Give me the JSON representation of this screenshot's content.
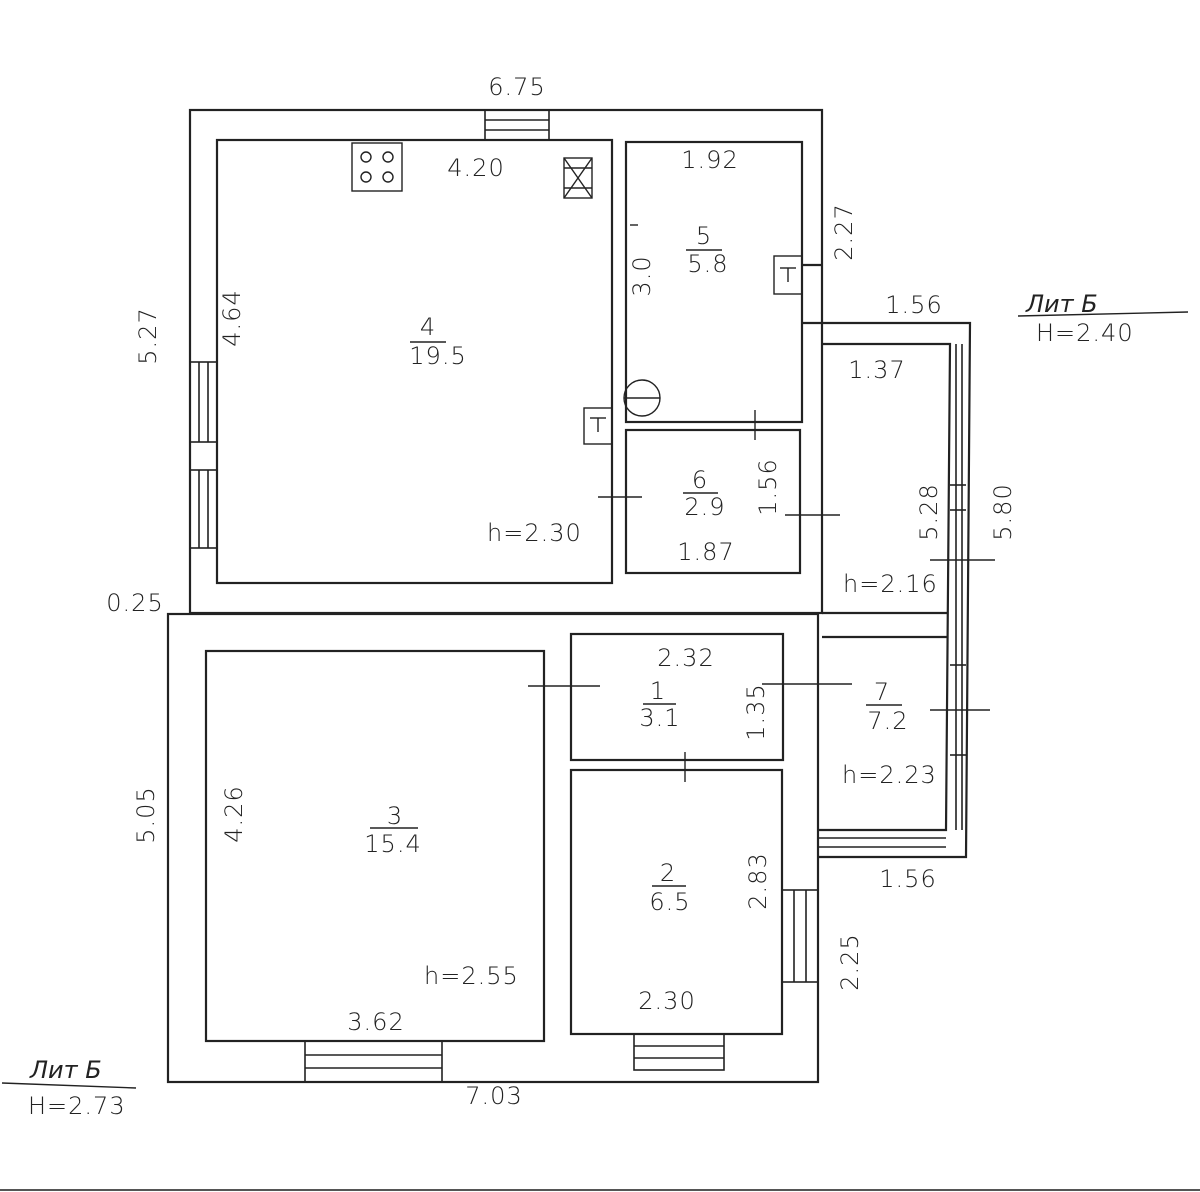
{
  "rooms": [
    {
      "id": "4",
      "number": "4",
      "area": "19.5",
      "height": "h=2.30"
    },
    {
      "id": "5",
      "number": "5",
      "area": "5.8"
    },
    {
      "id": "6",
      "number": "6",
      "area": "2.9"
    },
    {
      "id": "1",
      "number": "1",
      "area": "3.1"
    },
    {
      "id": "3",
      "number": "3",
      "area": "15.4",
      "height": "h=2.55"
    },
    {
      "id": "2",
      "number": "2",
      "area": "6.5"
    },
    {
      "id": "7",
      "number": "7",
      "area": "7.2",
      "height": "h=2.23"
    }
  ],
  "corridor_height": "h=2.16",
  "dimensions": {
    "top_overall": "6.75",
    "room4_width": "4.20",
    "room5_width": "1.92",
    "room5_side": "2.27",
    "room5_inner": "3.0",
    "left_upper": "5.27",
    "room4_height": "4.64",
    "ext_top": "1.56",
    "ext_inner": "1.37",
    "room6_side": "1.56",
    "room6_width": "1.87",
    "corridor_inner": "5.28",
    "ext_overall": "5.80",
    "offset": "0.25",
    "room1_width": "2.32",
    "room1_side": "1.35",
    "left_lower": "5.05",
    "room3_height": "4.26",
    "room2_side": "2.83",
    "ext_bottom": "1.56",
    "right_lower": "2.25",
    "room2_width": "2.30",
    "room3_width": "3.62",
    "bottom_overall": "7.03"
  },
  "lit_right": {
    "label": "Лит Б",
    "height": "H=2.40"
  },
  "lit_left": {
    "label": "Лит Б",
    "height": "H=2.73"
  },
  "icons": [
    "stove-icon",
    "ventilation-icon",
    "gas-boiler-icon",
    "gas-riser-icon"
  ]
}
